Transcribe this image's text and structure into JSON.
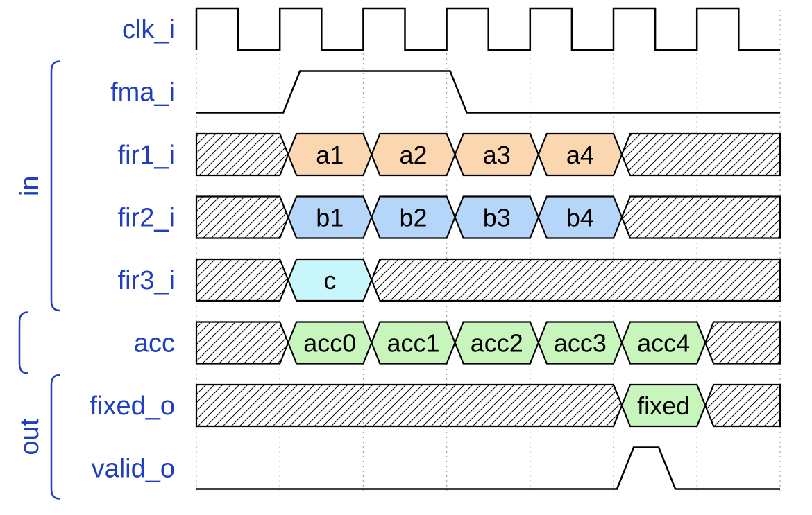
{
  "colors": {
    "label": "#1f3fbf",
    "fir1": "#fad7b0",
    "fir2": "#b5d6f8",
    "fir3": "#c8f6fa",
    "acc": "#c8f5bb",
    "fixed": "#c8f5bb"
  },
  "groups": [
    {
      "label": "in",
      "from": 1,
      "to": 4
    },
    {
      "label": "",
      "from": 5,
      "to": 5
    },
    {
      "label": "out",
      "from": 6,
      "to": 7
    }
  ],
  "signals": [
    {
      "name": "clk_i",
      "type": "clock"
    },
    {
      "name": "fma_i",
      "type": "bit",
      "levels": [
        0,
        0,
        1,
        1,
        1,
        1,
        0,
        0,
        0,
        0,
        0,
        0,
        0,
        0
      ]
    },
    {
      "name": "fir1_i",
      "type": "bus",
      "segments": [
        {
          "start": 0,
          "end": 1.1
        },
        {
          "start": 1.1,
          "end": 2.1,
          "text": "a1",
          "color": "fir1"
        },
        {
          "start": 2.1,
          "end": 3.1,
          "text": "a2",
          "color": "fir1"
        },
        {
          "start": 3.1,
          "end": 4.1,
          "text": "a3",
          "color": "fir1"
        },
        {
          "start": 4.1,
          "end": 5.1,
          "text": "a4",
          "color": "fir1"
        },
        {
          "start": 5.1,
          "end": 7
        }
      ]
    },
    {
      "name": "fir2_i",
      "type": "bus",
      "segments": [
        {
          "start": 0,
          "end": 1.1
        },
        {
          "start": 1.1,
          "end": 2.1,
          "text": "b1",
          "color": "fir2"
        },
        {
          "start": 2.1,
          "end": 3.1,
          "text": "b2",
          "color": "fir2"
        },
        {
          "start": 3.1,
          "end": 4.1,
          "text": "b3",
          "color": "fir2"
        },
        {
          "start": 4.1,
          "end": 5.1,
          "text": "b4",
          "color": "fir2"
        },
        {
          "start": 5.1,
          "end": 7
        }
      ]
    },
    {
      "name": "fir3_i",
      "type": "bus",
      "segments": [
        {
          "start": 0,
          "end": 1.1
        },
        {
          "start": 1.1,
          "end": 2.1,
          "text": "c",
          "color": "fir3"
        },
        {
          "start": 2.1,
          "end": 7
        }
      ]
    },
    {
      "name": "acc",
      "type": "bus",
      "segments": [
        {
          "start": 0,
          "end": 1.1
        },
        {
          "start": 1.1,
          "end": 2.1,
          "text": "acc0",
          "color": "acc"
        },
        {
          "start": 2.1,
          "end": 3.1,
          "text": "acc1",
          "color": "acc"
        },
        {
          "start": 3.1,
          "end": 4.1,
          "text": "acc2",
          "color": "acc"
        },
        {
          "start": 4.1,
          "end": 5.1,
          "text": "acc3",
          "color": "acc"
        },
        {
          "start": 5.1,
          "end": 6.1,
          "text": "acc4",
          "color": "acc"
        },
        {
          "start": 6.1,
          "end": 7
        }
      ]
    },
    {
      "name": "fixed_o",
      "type": "bus",
      "segments": [
        {
          "start": 0,
          "end": 5.1
        },
        {
          "start": 5.1,
          "end": 6.1,
          "text": "fixed",
          "color": "fixed"
        },
        {
          "start": 6.1,
          "end": 7
        }
      ]
    },
    {
      "name": "valid_o",
      "type": "bit",
      "levels": [
        0,
        0,
        0,
        0,
        0,
        0,
        0,
        0,
        0,
        0,
        1,
        0,
        0,
        0
      ]
    }
  ]
}
